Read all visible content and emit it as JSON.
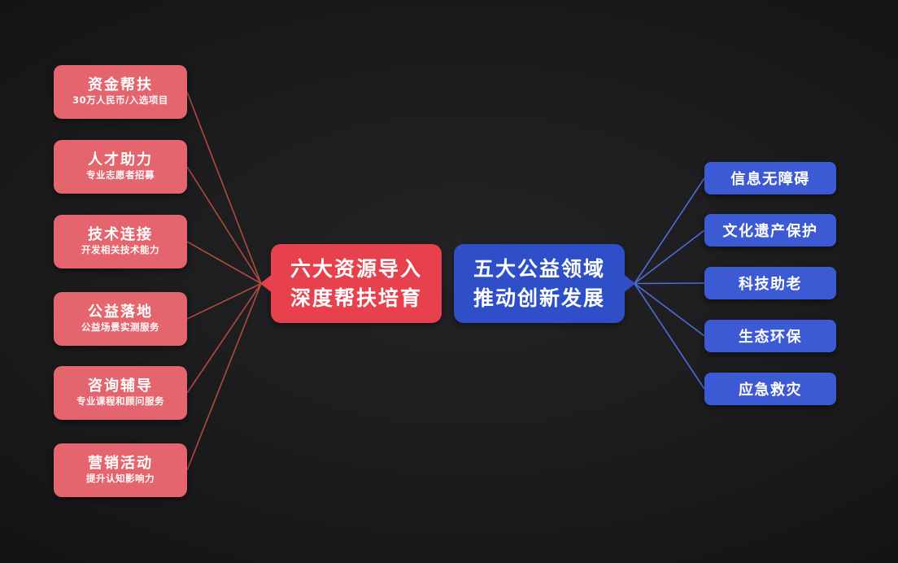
{
  "left_root": {
    "line1": "六大资源导入",
    "line2": "深度帮扶培育"
  },
  "right_root": {
    "line1": "五大公益领域",
    "line2": "推动创新发展"
  },
  "left_nodes": [
    {
      "title": "资金帮扶",
      "subtitle": "30万人民币/入选项目"
    },
    {
      "title": "人才助力",
      "subtitle": "专业志愿者招募"
    },
    {
      "title": "技术连接",
      "subtitle": "开发相关技术能力"
    },
    {
      "title": "公益落地",
      "subtitle": "公益场景实测服务"
    },
    {
      "title": "咨询辅导",
      "subtitle": "专业课程和顾问服务"
    },
    {
      "title": "营销活动",
      "subtitle": "提升认知影响力"
    }
  ],
  "right_nodes": [
    {
      "label": "信息无障碍"
    },
    {
      "label": "文化遗产保护"
    },
    {
      "label": "科技助老"
    },
    {
      "label": "生态环保"
    },
    {
      "label": "应急救灾"
    }
  ],
  "colors": {
    "left_node_bg": "#e5656e",
    "left_root_bg": "#e6414c",
    "right_root_bg": "#2e4fc8",
    "right_node_bg": "#3c5ad4",
    "left_line": "#b2493f",
    "right_line": "#4c6cdc",
    "bg_center": "#242427",
    "bg_edge": "#0a0a0b"
  }
}
